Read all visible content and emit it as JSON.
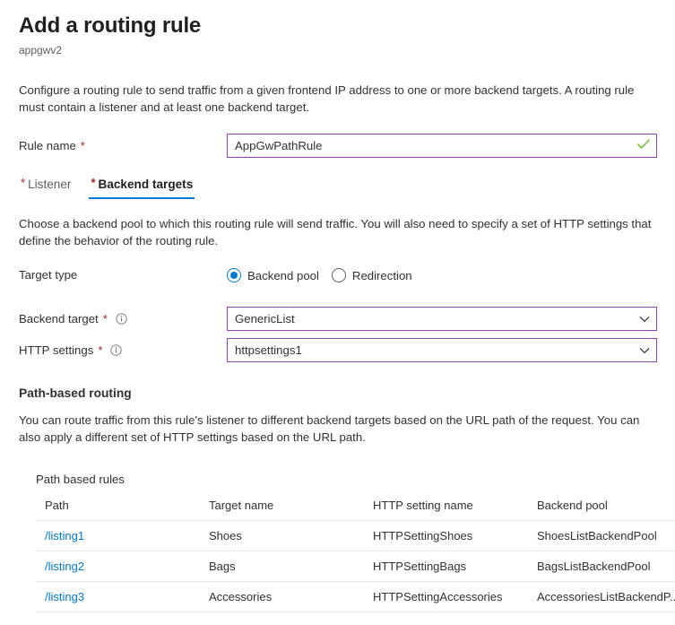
{
  "header": {
    "title": "Add a routing rule",
    "subtitle": "appgwv2"
  },
  "intro": {
    "description": "Configure a routing rule to send traffic from a given frontend IP address to one or more backend targets. A routing rule must contain a listener and at least one backend target."
  },
  "rule_name": {
    "label": "Rule name",
    "required_marker": "*",
    "value": "AppGwPathRule",
    "validation_icon": "check-icon",
    "border_color": "#8e44ad"
  },
  "tabs": [
    {
      "label": "Listener",
      "required_marker": "*",
      "active": false
    },
    {
      "label": "Backend targets",
      "required_marker": "*",
      "active": true
    }
  ],
  "backend_section": {
    "description": "Choose a backend pool to which this routing rule will send traffic. You will also need to specify a set of HTTP settings that define the behavior of the routing rule.",
    "target_type": {
      "label": "Target type",
      "options": [
        {
          "label": "Backend pool",
          "selected": true
        },
        {
          "label": "Redirection",
          "selected": false
        }
      ],
      "accent_color": "#0078d4"
    },
    "backend_target": {
      "label": "Backend target",
      "required_marker": "*",
      "info_icon": "info-circle-icon",
      "value": "GenericList",
      "chevron_icon": "chevron-down-icon"
    },
    "http_settings": {
      "label": "HTTP settings",
      "required_marker": "*",
      "info_icon": "info-circle-icon",
      "value": "httpsettings1",
      "chevron_icon": "chevron-down-icon"
    }
  },
  "path_based_routing": {
    "heading": "Path-based routing",
    "description": "You can route traffic from this rule's listener to different backend targets based on the URL path of the request. You can also apply a different set of HTTP settings based on the URL path.",
    "table_caption": "Path based rules",
    "columns": [
      "Path",
      "Target name",
      "HTTP setting name",
      "Backend pool",
      ""
    ],
    "rows": [
      {
        "path": "/listing1",
        "target_name": "Shoes",
        "http_setting_name": "HTTPSettingShoes",
        "backend_pool": "ShoesListBackendPool",
        "actions_icon": "ellipsis-icon"
      },
      {
        "path": "/listing2",
        "target_name": "Bags",
        "http_setting_name": "HTTPSettingBags",
        "backend_pool": "BagsListBackendPool",
        "actions_icon": "ellipsis-icon"
      },
      {
        "path": "/listing3",
        "target_name": "Accessories",
        "http_setting_name": "HTTPSettingAccessories",
        "backend_pool": "AccessoriesListBackendP...",
        "actions_icon": "ellipsis-icon"
      }
    ],
    "link_color": "#0078d4"
  }
}
